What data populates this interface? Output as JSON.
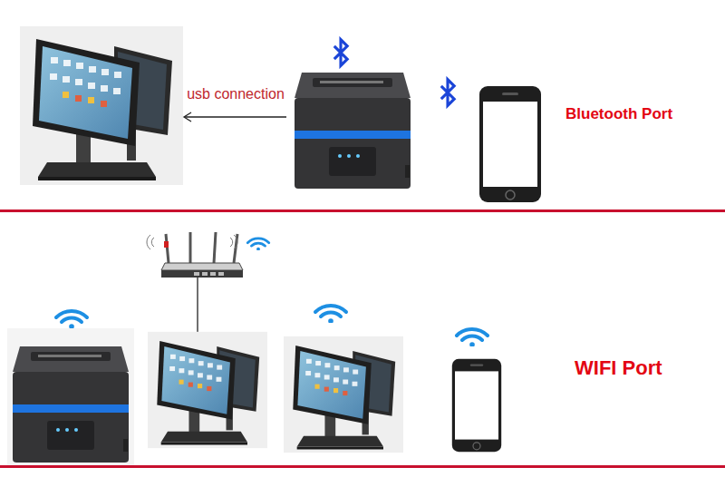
{
  "diagram": {
    "labels": [
      "usb connection",
      "Bluetooth Port",
      "WIFI Port"
    ]
  }
}
